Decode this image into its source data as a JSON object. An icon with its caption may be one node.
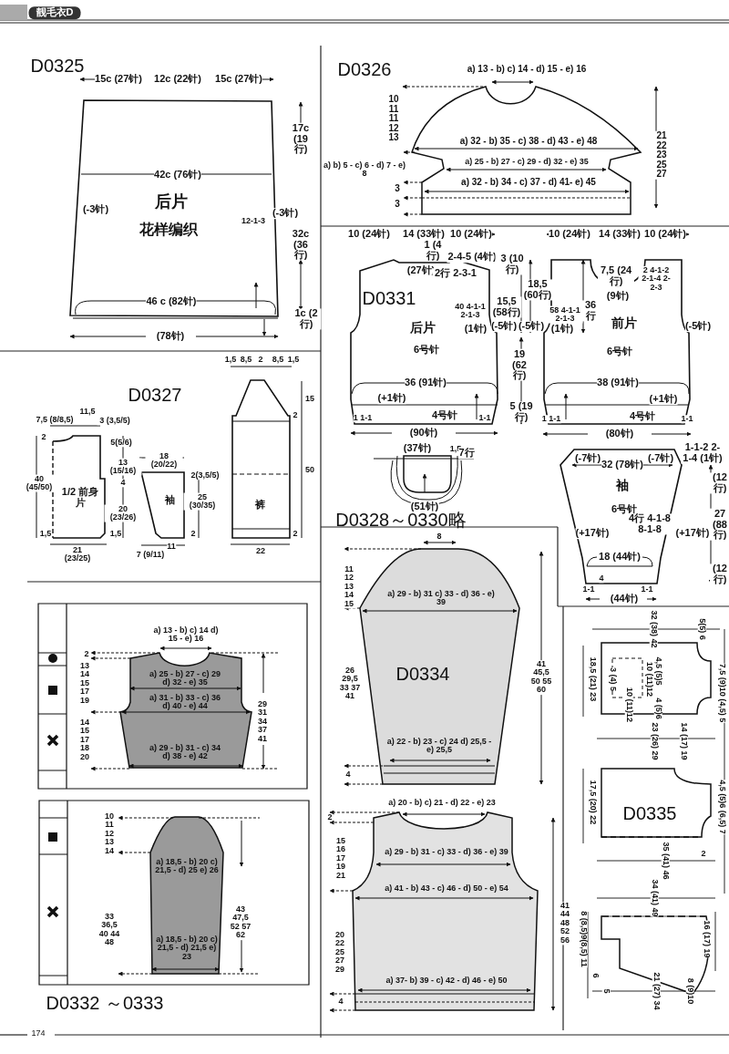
{
  "diagram": {
    "nodes": [
      {
        "text": [
          "后片",
          "花样编织"
        ]
      },
      {
        "text": [
          "后片",
          "6号针",
          "4号针"
        ]
      },
      {
        "text": [
          "前片",
          "6号针",
          "4号针"
        ]
      },
      {
        "text": [
          "袖",
          "6号针"
        ]
      },
      {
        "text": [
          "1/2 前身片"
        ]
      },
      {
        "text": [
          "袖"
        ]
      },
      {
        "text": [
          "裤"
        ]
      }
    ],
    "labels": [
      "靓毛衣D",
      "D0325",
      "15c (27针)",
      "12c (22针)",
      "15c (27针)",
      "42c (76针)",
      "(-3针)",
      "12-1-3",
      "(-3针)",
      "46 c (82针)",
      "(78针)",
      "17c (19行)",
      "32c (36行)",
      "1c (2行)",
      "D0326",
      "a) 13 - b) c) 14 - d) 15 - e) 16",
      "10 11 11 12 13",
      "a) 32 - b) 35 - c) 38 - d) 43 - e) 48",
      "a) b) 5 - c) 6 - d) 7 - e) 8",
      "a) 25 - b) 27 - c) 29 - d) 32 - e) 35",
      "a) 32 - b) 34 - c) 37 - d) 41- e) 45",
      "3",
      "3",
      "21 22 23 25 27",
      "10 (24针)",
      "14 (33针)",
      "10 (24针)",
      "1 (4行)",
      "2-4-5 (4针)",
      "(27针)",
      "2行 2-3-1",
      "D0331",
      "40 4-1-1 2-1-3",
      "(1针)",
      "(-5针)",
      "36 (91针)",
      "(+1针)",
      "1 1-1",
      "1-1",
      "(90针)",
      "3 (10行)",
      "15,5 (58行)",
      "18,5 (60行)",
      "(-5针)",
      "19 (62行)",
      "5 (19行)",
      "10 (24针)",
      "14 (33针)",
      "10 (24针)",
      "7,5 (24行)",
      "(9针)",
      "2 4-1-2 2-1-4 2-2-3",
      "58 4-1-1 2-1-3",
      "(1针)",
      "36行",
      "(-5针)",
      "38 (91针)",
      "(+1针)",
      "1 1-1",
      "1-1",
      "(80针)",
      "(37针)",
      "1,5",
      "7行",
      "(51针)",
      "D0328～0330略",
      "1-1-2 2-1-4 (1针)",
      "(12行)",
      "(-7针)",
      "32 (78针)",
      "(-7针)",
      "(+17针)",
      "4行 4-1-8 8-1-8",
      "(+17针)",
      "27 (88行)",
      "(12行)",
      "18 (44针)",
      "4",
      "1-1",
      "1-1",
      "(44针)",
      "D0327",
      "7,5 (8/8,5)",
      "11,5",
      "3 (3,5/5)",
      "2",
      "40 (45/50)",
      "1,5",
      "5(5/6)",
      "13 (15/16)",
      "4",
      "20 (23/26)",
      "1,5",
      "21 (23/25)",
      "18 (20/22)",
      "2(3,5/5)",
      "25 (30/35)",
      "2",
      "7 (9/11)",
      "11",
      "1,5",
      "8,5",
      "2",
      "8,5",
      "1,5",
      "15",
      "2",
      "50",
      "2",
      "22",
      "a) 13 - b) c) 14 d) 15 - e) 16",
      "2",
      "13 14 15 17 19",
      "14 15 17 18 20",
      "a) 25 - b) 27 - c) 29 d) 32 - e) 35",
      "a) 31 - b) 33 - c) 36 d) 40 - e) 44",
      "a) 29 - b) 31 - c) 34 d) 38 - e) 42",
      "29 31 34 37 41",
      "10 11 12 13 14",
      "a) 18,5 - b) 20 c) 21,5 - d) 25 e) 26",
      "33 36,5 40 44 48",
      "43 47,5 52 57 62",
      "a) 18,5 - b) 20 c) 21,5 - d) 21,5 e) 23",
      "D0332 ～0333",
      "8",
      "11 12 13 14 15",
      "a) 29 - b) 31 c) 33 - d) 36 - e) 39",
      "D0334",
      "26 29,5 33 37 41",
      "41 45,5 50 55 60",
      "a) 22 - b) 23 - c) 24 d) 25,5 - e) 25,5",
      "4",
      "a) 20 - b) c) 21 - d) 22 - e) 23",
      "2",
      "15 16 17 19 21",
      "a) 29 - b) 31 - c) 33 - d) 36 - e) 39",
      "a) 41 - b) 43 - c) 46 - d) 50 - e) 54",
      "41 44 48 52 56",
      "20 22 25 27 29",
      "a) 37- b) 39 - c) 42 - d) 46 - e) 50",
      "4",
      "32 (38) 42",
      "5(5) 6",
      "18,5 (21) 23",
      "3 (4) 5",
      "4,5 (5)5",
      "10 (11)12",
      "4 (5)6",
      "10 (11)12",
      "7,5 (9)10 (4,5) 5",
      "23 (26) 29",
      "14 (17) 19",
      "17,5 (20) 22",
      "D0335",
      "4,5 (5)6 (6,5) 7",
      "35 (41) 46",
      "2",
      "34 (41) 49",
      "8 (8,5)9(8,5) 11",
      "6",
      "16 (17) 19",
      "5",
      "21 (27) 34",
      "8 (9)10",
      "174"
    ]
  }
}
